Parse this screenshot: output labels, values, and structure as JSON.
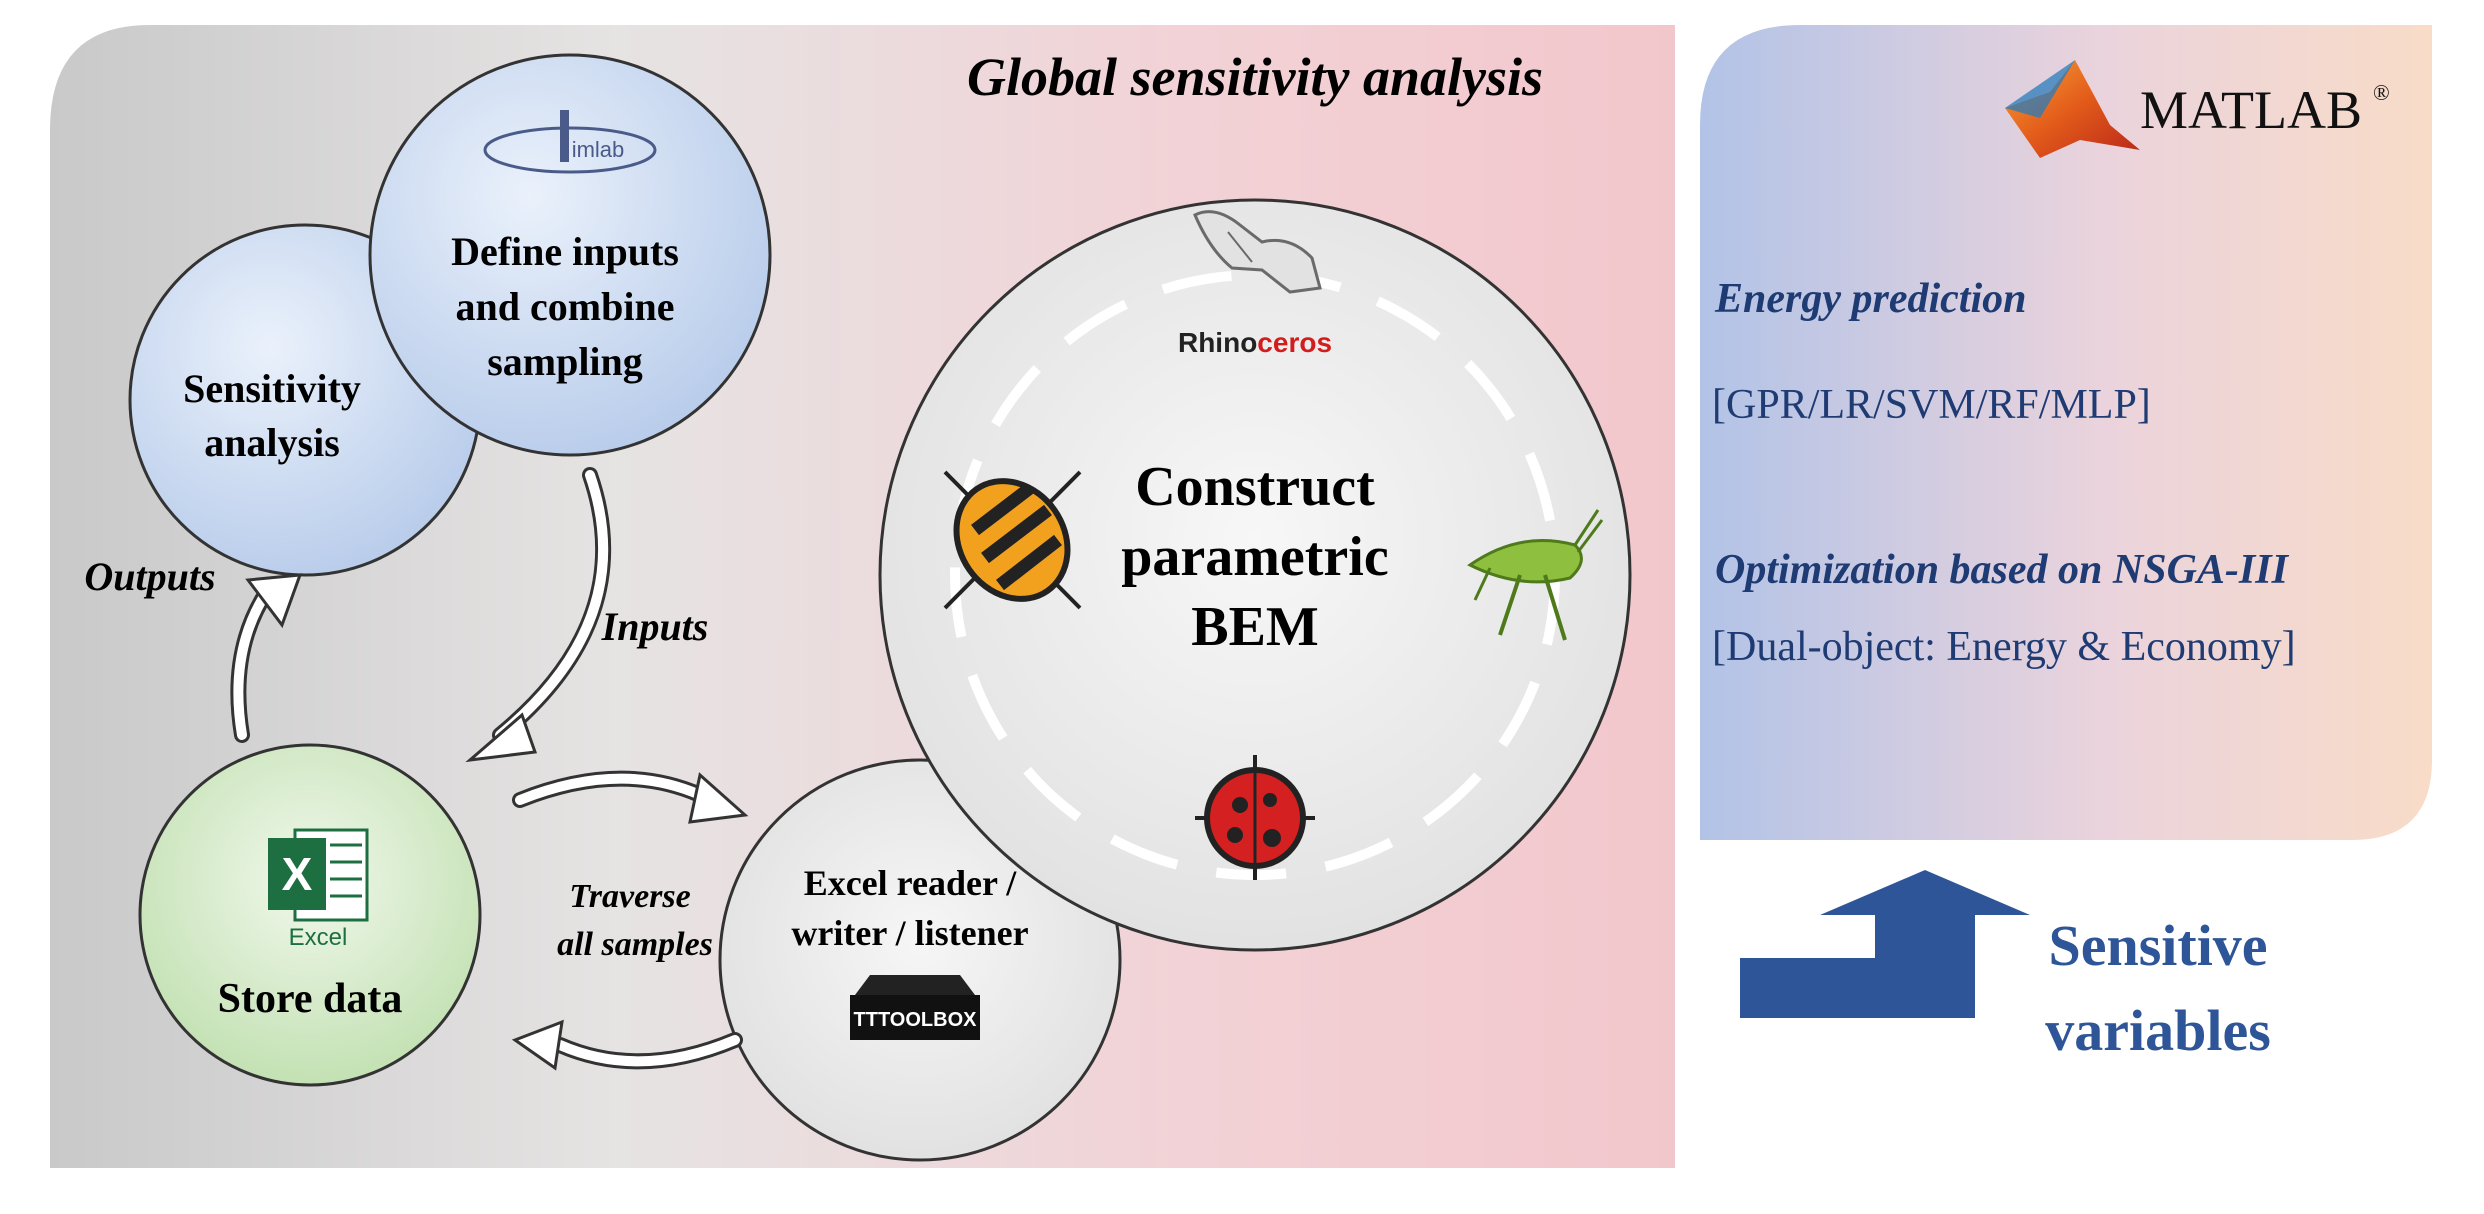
{
  "panel": {
    "title": "Global sensitivity analysis"
  },
  "nodes": {
    "sensitivity": {
      "line1": "Sensitivity",
      "line2": "analysis"
    },
    "define": {
      "logo_text": "imlab",
      "line1": "Define inputs",
      "line2": "and combine",
      "line3": "sampling"
    },
    "store": {
      "logo_text": "Excel",
      "logo_letter": "X",
      "label": "Store data"
    },
    "excel_rw": {
      "line1": "Excel reader /",
      "line2": "writer / listener",
      "logo_text": "TTTOOLBOX"
    },
    "bem": {
      "line1": "Construct",
      "line2": "parametric",
      "line3": "BEM",
      "rhino_a": "Rhino",
      "rhino_b": "ceros"
    }
  },
  "flows": {
    "outputs": "Outputs",
    "inputs": "Inputs",
    "traverse1": "Traverse",
    "traverse2": "all samples"
  },
  "matlab": {
    "logo_text": "MATLAB",
    "reg": "®",
    "energy_title": "Energy prediction",
    "energy_models": "[GPR/LR/SVM/RF/MLP]",
    "opt_title": "Optimization based on NSGA-III",
    "opt_objectives": "[Dual-object: Energy & Economy]"
  },
  "sensitive": {
    "line1": "Sensitive",
    "line2": "variables"
  },
  "colors": {
    "panel_grey": "#cfcfcf",
    "panel_pink": "#f2c9cd",
    "matlab_blue": "#b3c3e6",
    "matlab_peach": "#f7dccb",
    "title_navy": "#1f3b73",
    "arrow_blue": "#2e5597",
    "circle_blue": "#bfd2ee",
    "circle_green": "#cfe7c4"
  }
}
